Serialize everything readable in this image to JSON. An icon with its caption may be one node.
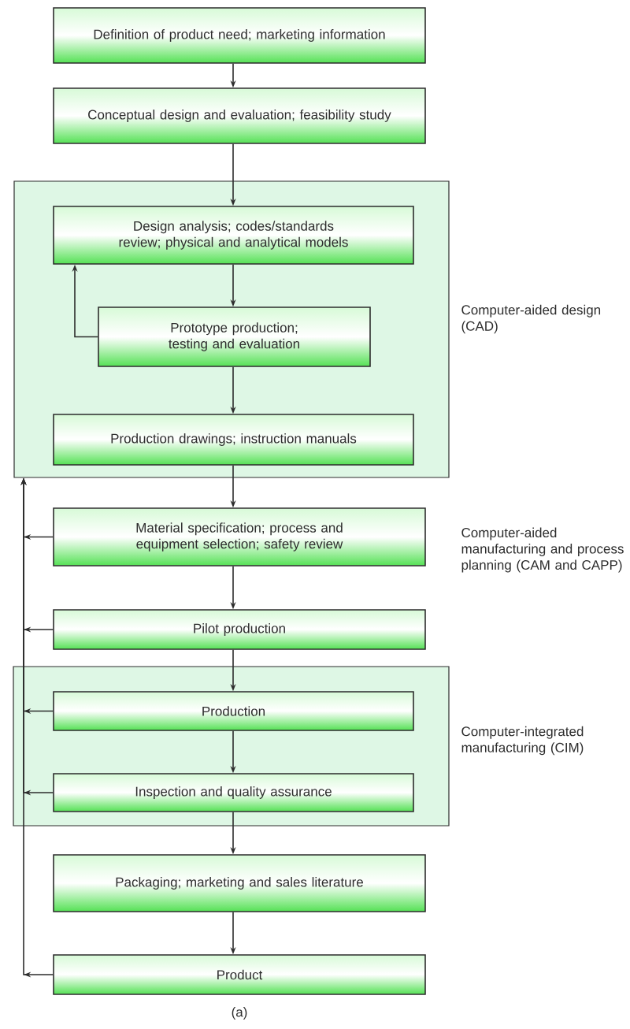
{
  "diagram": {
    "caption": "(a)",
    "nodes": [
      {
        "text": [
          "Definition of product need; marketing information"
        ]
      },
      {
        "text": [
          "Conceptual design and evaluation; feasibility study"
        ]
      },
      {
        "text": [
          "Computer-aided design (CAD)"
        ]
      },
      {
        "text": [
          "Design analysis; codes/standards review; physical and analytical models"
        ],
        "in": 2
      },
      {
        "text": [
          "Prototype production; testing and evaluation"
        ],
        "in": 2
      },
      {
        "text": [
          "Production drawings; instruction manuals"
        ],
        "in": 2
      },
      {
        "text": [
          "Material specification; process and equipment selection; safety review"
        ],
        "beside": [
          "Computer-aided manufacturing and process planning (CAM and CAPP)"
        ]
      },
      {
        "text": [
          "Pilot production"
        ]
      },
      {
        "text": [
          "Computer-integrated manufacturing (CIM)"
        ]
      },
      {
        "text": [
          "Production"
        ],
        "in": 8
      },
      {
        "text": [
          "Inspection and quality assurance"
        ],
        "in": 8
      },
      {
        "text": [
          "Packaging; marketing and sales literature"
        ]
      },
      {
        "text": [
          "Product"
        ]
      }
    ],
    "edges": [
      {
        "from": 0,
        "to": 1,
        "arrow": "to"
      },
      {
        "from": 1,
        "to": 3,
        "arrow": "to"
      },
      {
        "from": 3,
        "to": 4,
        "arrow": "to"
      },
      {
        "from": 4,
        "to": 3,
        "arrow": "to"
      },
      {
        "from": 4,
        "to": 5,
        "arrow": "to"
      },
      {
        "from": 5,
        "to": 6,
        "arrow": "to"
      },
      {
        "from": 6,
        "to": 7,
        "arrow": "to"
      },
      {
        "from": 7,
        "to": 9,
        "arrow": "to"
      },
      {
        "from": 9,
        "to": 10,
        "arrow": "to"
      },
      {
        "from": 10,
        "to": 11,
        "arrow": "to"
      },
      {
        "from": 11,
        "to": 12,
        "arrow": "to"
      },
      {
        "from": 6,
        "to": 2,
        "arrow": "to"
      },
      {
        "from": 7,
        "to": 2,
        "arrow": "to"
      },
      {
        "from": 9,
        "to": 2,
        "arrow": "to"
      },
      {
        "from": 10,
        "to": 2,
        "arrow": "to"
      },
      {
        "from": 12,
        "to": 2,
        "arrow": "to"
      }
    ]
  }
}
